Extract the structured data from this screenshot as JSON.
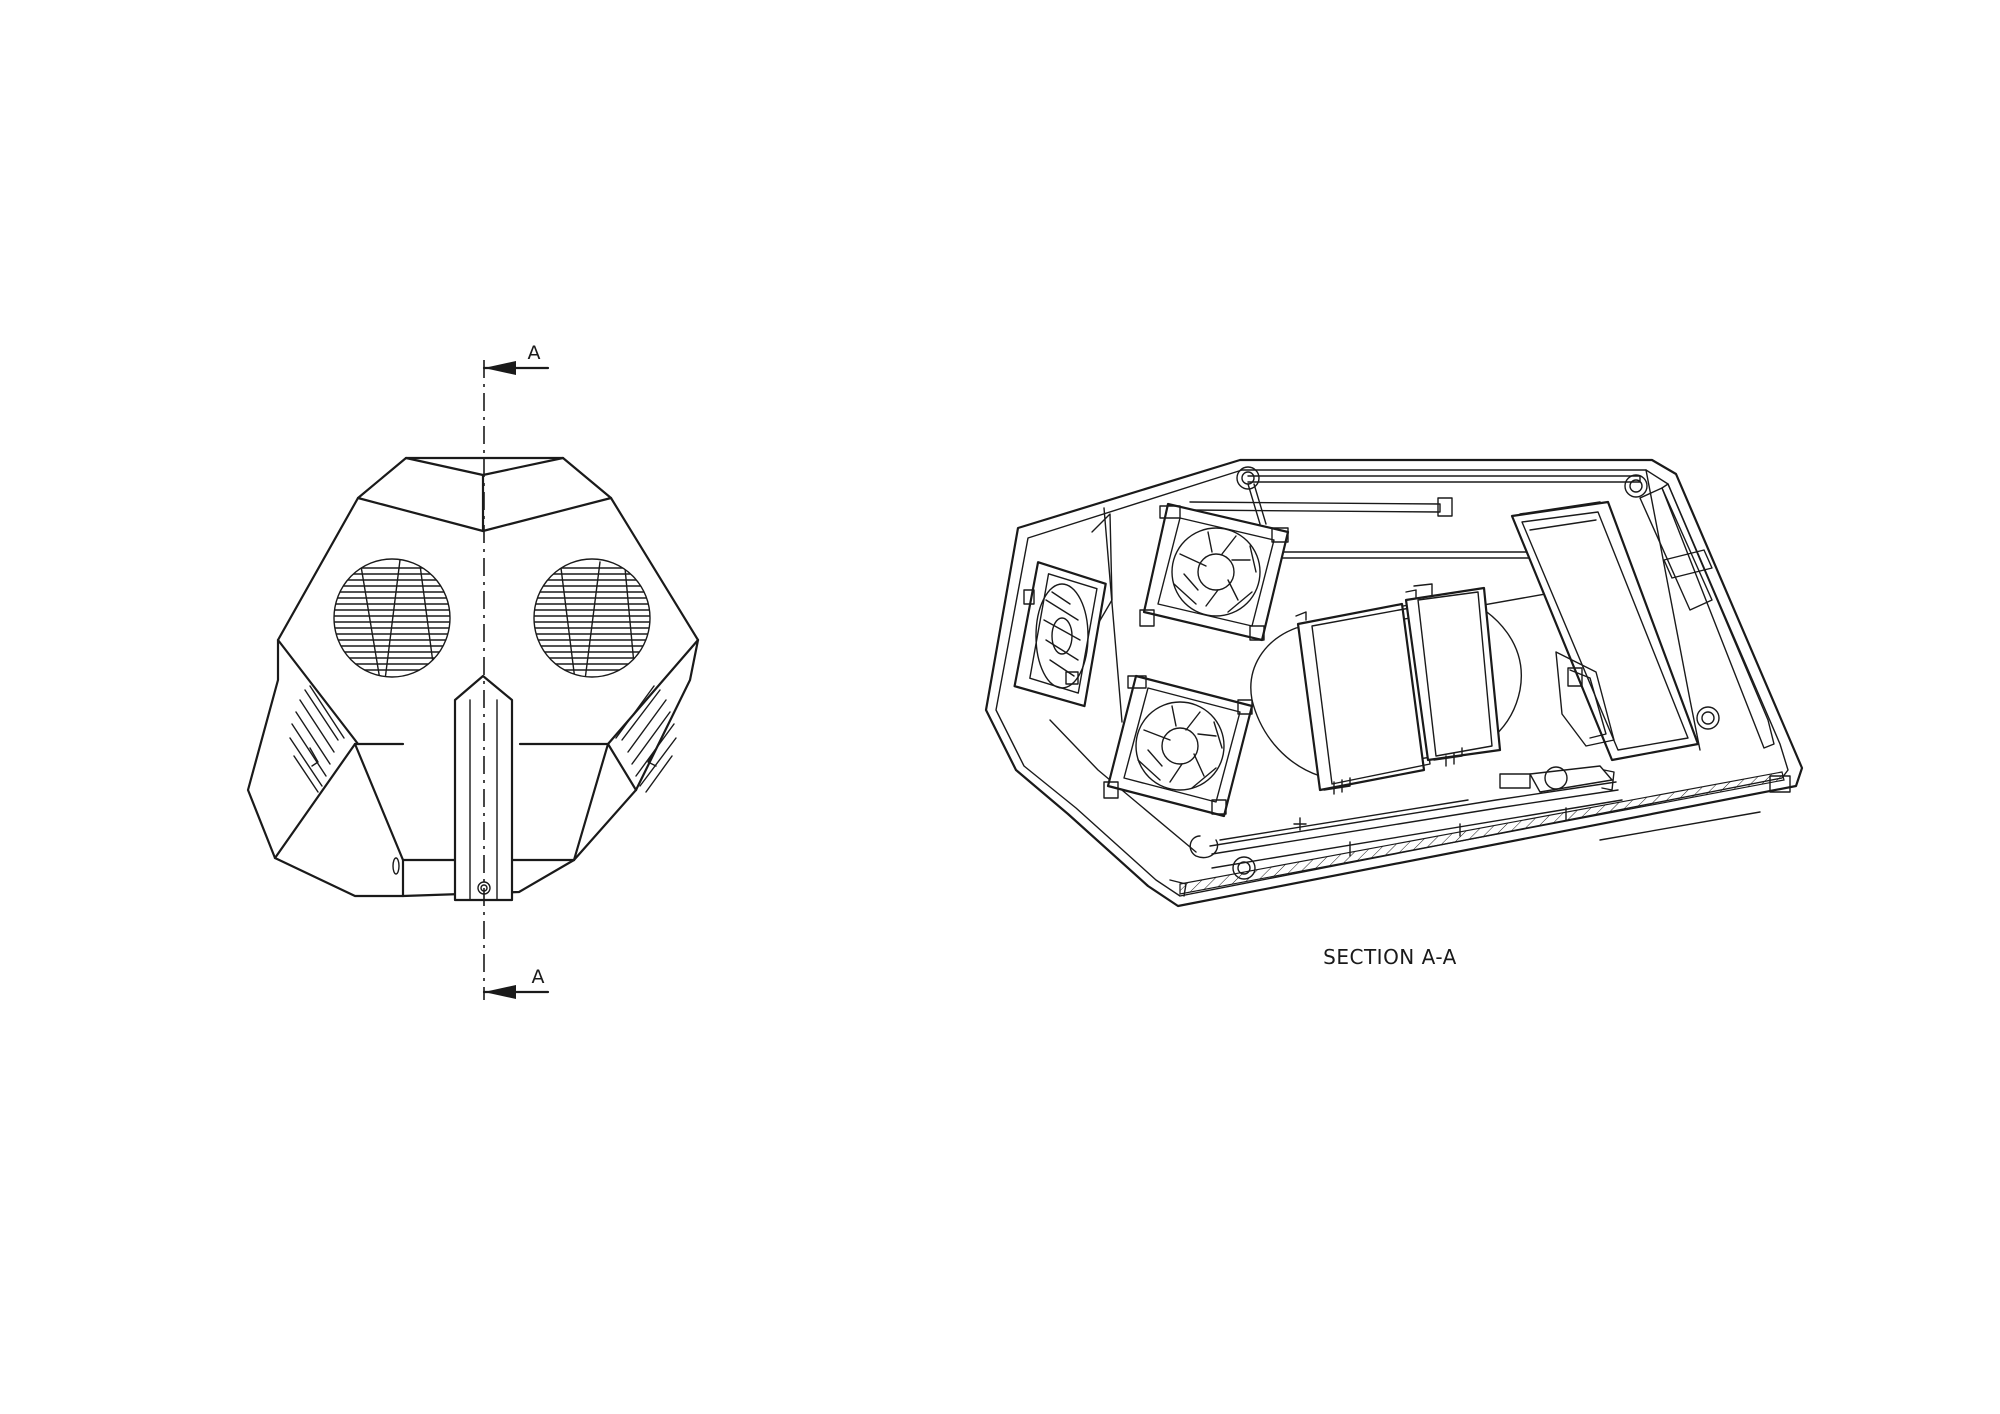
{
  "labels": {
    "section_marker_top": "A",
    "section_marker_bottom": "A",
    "section_caption": "SECTION A-A"
  }
}
